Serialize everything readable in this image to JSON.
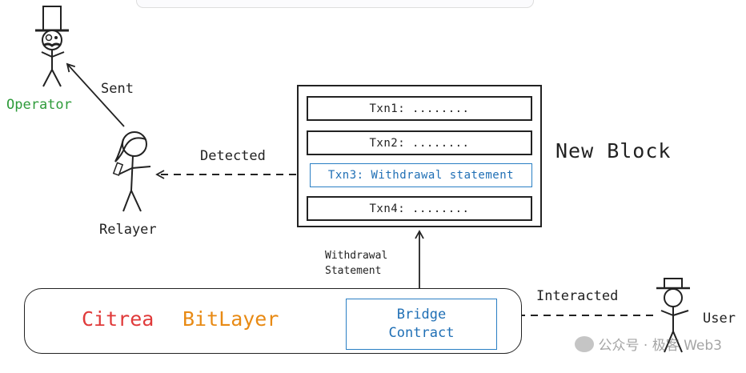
{
  "operator": {
    "label": "Operator",
    "color": "#2e9b3a"
  },
  "relayer": {
    "label": "Relayer"
  },
  "user": {
    "label": "User"
  },
  "arrows": {
    "sent": "Sent",
    "detected": "Detected",
    "interacted": "Interacted",
    "withdrawal_statement": "Withdrawal\nStatement"
  },
  "block": {
    "title": "New Block",
    "txns": [
      {
        "label": "Txn1: ........",
        "highlight": false
      },
      {
        "label": "Txn2: ........",
        "highlight": false
      },
      {
        "label": "Txn3: Withdrawal statement",
        "highlight": true
      },
      {
        "label": "Txn4: ........",
        "highlight": false
      }
    ]
  },
  "chain": {
    "citrea": {
      "label": "Citrea",
      "color": "#e03a3a"
    },
    "bitlayer": {
      "label": "BitLayer",
      "color": "#e88a14"
    },
    "bridge": {
      "line1": "Bridge",
      "line2": "Contract",
      "color": "#1f6fb5"
    }
  },
  "watermark": {
    "text": "公众号 · 极客 Web3"
  }
}
